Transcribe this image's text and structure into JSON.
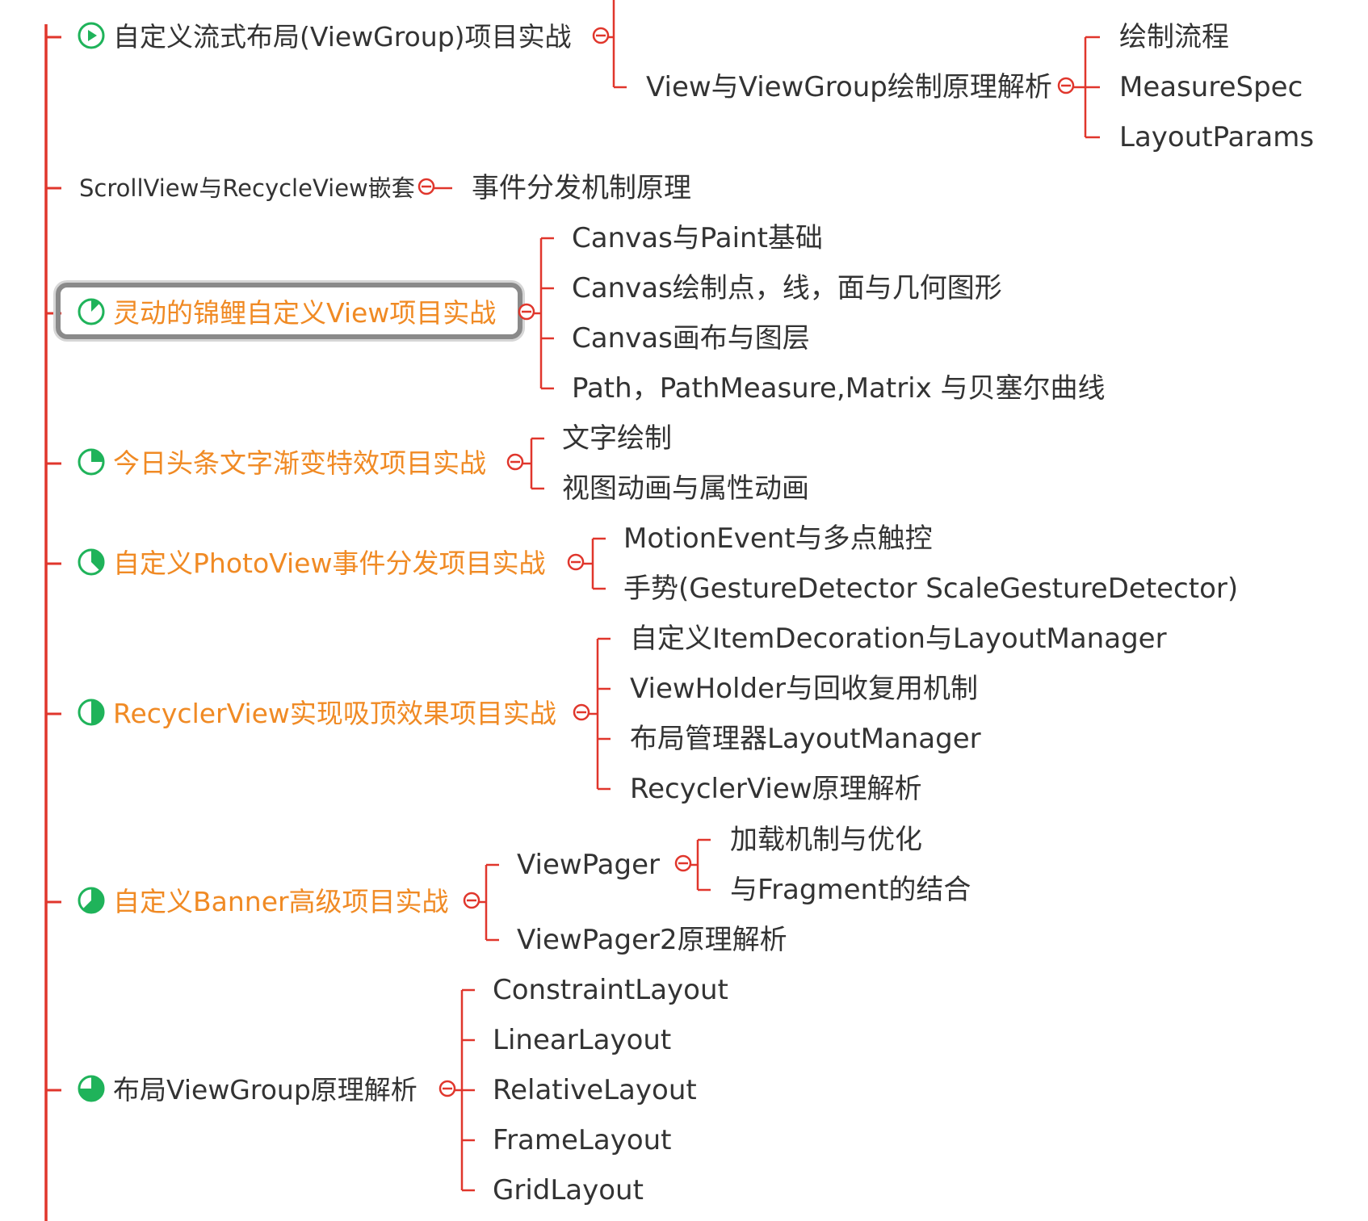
{
  "colors": {
    "line": "#e0362c",
    "progress": "#1fb35a",
    "topic_orange": "#f08a24",
    "text": "#333333"
  },
  "icons": {
    "play": "play-circle-icon",
    "progress": "progress-pie-icon",
    "collapse": "collapse-toggle-icon"
  },
  "topics": [
    {
      "label": "自定义流式布局(ViewGroup)项目实战",
      "icon": "play",
      "children": [
        {
          "label": "View与ViewGroup绘制原理解析",
          "children": [
            {
              "label": "绘制流程"
            },
            {
              "label": "MeasureSpec"
            },
            {
              "label": "LayoutParams"
            }
          ]
        }
      ]
    },
    {
      "label": "ScrollView与RecycleView嵌套",
      "children": [
        {
          "label": "事件分发机制原理"
        }
      ]
    },
    {
      "label": "灵动的锦鲤自定义View项目实战",
      "icon": "progress",
      "progress": 0.125,
      "selected": true,
      "children": [
        {
          "label": "Canvas与Paint基础"
        },
        {
          "label": "Canvas绘制点，线，面与几何图形"
        },
        {
          "label": "Canvas画布与图层"
        },
        {
          "label": "Path，PathMeasure,Matrix 与贝塞尔曲线"
        }
      ]
    },
    {
      "label": "今日头条文字渐变特效项目实战",
      "icon": "progress",
      "progress": 0.25,
      "children": [
        {
          "label": "文字绘制"
        },
        {
          "label": "视图动画与属性动画"
        }
      ]
    },
    {
      "label": "自定义PhotoView事件分发项目实战",
      "icon": "progress",
      "progress": 0.375,
      "children": [
        {
          "label": "MotionEvent与多点触控"
        },
        {
          "label": "手势(GestureDetector ScaleGestureDetector)"
        }
      ]
    },
    {
      "label": "RecyclerView实现吸顶效果项目实战",
      "icon": "progress",
      "progress": 0.5,
      "children": [
        {
          "label": "自定义ItemDecoration与LayoutManager"
        },
        {
          "label": "ViewHolder与回收复用机制"
        },
        {
          "label": "布局管理器LayoutManager"
        },
        {
          "label": "RecyclerView原理解析"
        }
      ]
    },
    {
      "label": "自定义Banner高级项目实战",
      "icon": "progress",
      "progress": 0.625,
      "children": [
        {
          "label": "ViewPager",
          "children": [
            {
              "label": "加载机制与优化"
            },
            {
              "label": "与Fragment的结合"
            }
          ]
        },
        {
          "label": "ViewPager2原理解析"
        }
      ]
    },
    {
      "label": "布局ViewGroup原理解析",
      "icon": "progress",
      "progress": 0.75,
      "children": [
        {
          "label": "ConstraintLayout"
        },
        {
          "label": "LinearLayout"
        },
        {
          "label": "RelativeLayout"
        },
        {
          "label": "FrameLayout"
        },
        {
          "label": "GridLayout"
        }
      ]
    }
  ]
}
